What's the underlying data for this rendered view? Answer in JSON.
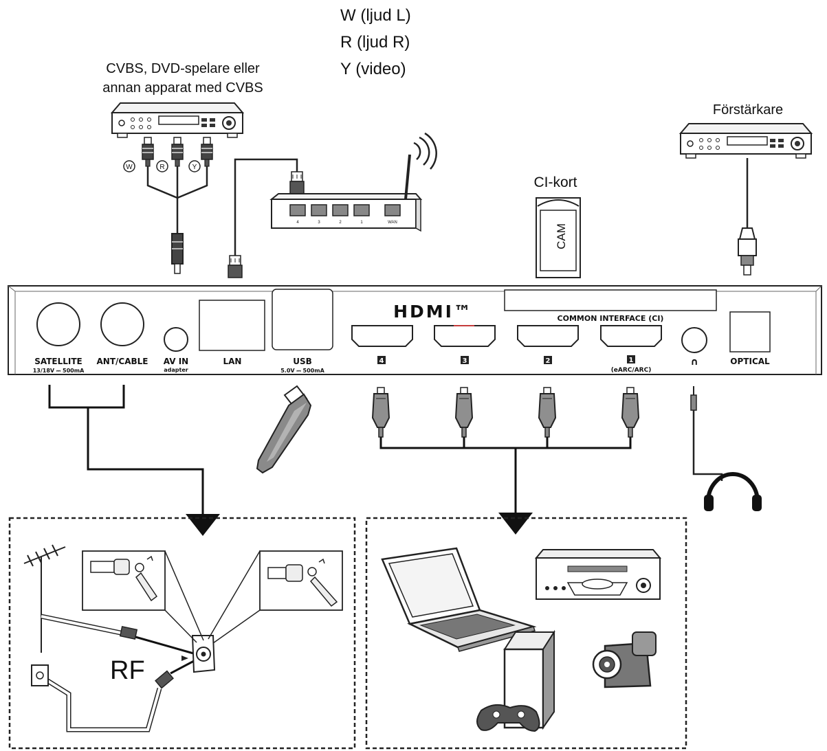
{
  "labels": {
    "cvbs_signals": [
      "W (ljud L)",
      "R (ljud R)",
      "Y (video)"
    ],
    "cvbs_device": [
      "CVBS, DVD-spelare eller",
      "annan apparat med CVBS"
    ],
    "amplifier": "Förstärkare",
    "ci_card": "CI-kort",
    "cam": "CAM",
    "rf": "RF",
    "rca_letters": [
      "W",
      "R",
      "Y"
    ],
    "router_ports": [
      "4",
      "3",
      "2",
      "1",
      "WAN"
    ]
  },
  "panel": {
    "hdmi_logo": "HDMI™",
    "common_interface": "COMMON INTERFACE (CI)",
    "satellite": "SATELLITE",
    "satellite_spec": "13/18V ⎓ 500mA",
    "ant_cable": "ANT/CABLE",
    "av_in": "AV IN",
    "av_in_sub": "adapter",
    "lan": "LAN",
    "usb": "USB",
    "usb_spec": "5.0V ⎓ 500mA",
    "hdmi_ports": [
      "4",
      "3",
      "2",
      "1"
    ],
    "hdmi1_sub": "(eARC/ARC)",
    "headphone_symbol": "∩",
    "optical": "OPTICAL"
  }
}
